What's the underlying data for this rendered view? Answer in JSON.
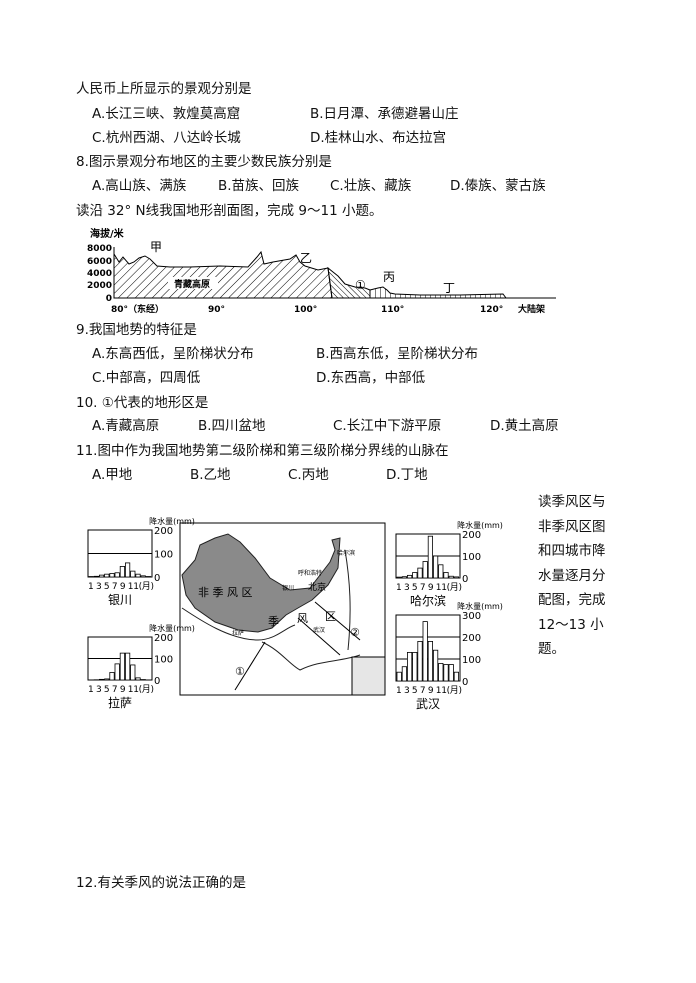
{
  "q7": {
    "stem": "人民币上所显示的景观分别是",
    "options": [
      "A.长江三峡、敦煌莫高窟",
      "B.日月潭、承德避暑山庄",
      "C.杭州西湖、八达岭长城",
      "D.桂林山水、布达拉宫"
    ]
  },
  "q8": {
    "stem": "8.图示景观分布地区的主要少数民族分别是",
    "options": [
      "A.高山族、满族",
      "B.苗族、回族",
      "C.壮族、藏族",
      "D.傣族、蒙古族"
    ]
  },
  "intro1": "读沿 32° N线我国地形剖面图，完成 9～11 小题。",
  "profile": {
    "ylabel": "海拔/米",
    "yticks": [
      "8000",
      "6000",
      "4000",
      "2000",
      "0"
    ],
    "xticks": [
      "80°（东经）",
      "90°",
      "100°",
      "110°",
      "120°"
    ],
    "shelf": "大陆架",
    "plateau": "青藏高原",
    "markers": [
      "甲",
      "乙",
      "①",
      "丙",
      "丁"
    ]
  },
  "q9": {
    "stem": "9.我国地势的特征是",
    "options": [
      "A.东高西低，呈阶梯状分布",
      "B.西高东低，呈阶梯状分布",
      "C.中部高，四周低",
      "D.东西高，中部低"
    ]
  },
  "q10": {
    "stem": "10.  ①代表的地形区是",
    "options": [
      "A.青藏高原",
      "B.四川盆地",
      "C.长江中下游平原",
      "D.黄土高原"
    ]
  },
  "q11": {
    "stem": "11.图中作为我国地势第二级阶梯和第三级阶梯分界线的山脉在",
    "options": [
      "A.甲地",
      "B.乙地",
      "C.丙地",
      "D.丁地"
    ]
  },
  "intro2": "读季风区与非季风区图和四城市降水量逐月分配图，完成12～13 小题。",
  "map": {
    "nonmonsoon": "非 季 风 区",
    "monsoon": [
      "季",
      "风",
      "区"
    ],
    "cities": [
      "哈尔滨",
      "呼和浩特",
      "银川",
      "北京",
      "武汉",
      "拉萨"
    ],
    "arrows": [
      "①",
      "②"
    ]
  },
  "precip_charts": [
    {
      "city": "银川",
      "ylabel": "降水量(mm)",
      "ymax": 200,
      "yticks": [
        "200",
        "100",
        "0"
      ],
      "xlabel": "1 3 5 7 9 11(月)",
      "values": [
        2,
        3,
        8,
        12,
        15,
        18,
        45,
        60,
        25,
        12,
        5,
        2
      ]
    },
    {
      "city": "哈尔滨",
      "ylabel": "降水量(mm)",
      "ymax": 200,
      "yticks": [
        "200",
        "100",
        "0"
      ],
      "xlabel": "1 3 5 7 9 11(月)",
      "values": [
        4,
        6,
        12,
        25,
        45,
        75,
        190,
        100,
        60,
        25,
        8,
        5
      ]
    },
    {
      "city": "拉萨",
      "ylabel": "降水量(mm)",
      "ymax": 200,
      "yticks": [
        "200",
        "100",
        "0"
      ],
      "xlabel": "1 3 5 7 9 11(月)",
      "values": [
        0,
        1,
        3,
        5,
        35,
        75,
        125,
        125,
        70,
        10,
        2,
        0
      ]
    },
    {
      "city": "武汉",
      "ylabel": "降水量(mm)",
      "ymax": 300,
      "yticks": [
        "300",
        "200",
        "100",
        "0"
      ],
      "xlabel": "1 3 5 7 9 11(月)",
      "values": [
        40,
        65,
        130,
        130,
        180,
        270,
        180,
        140,
        80,
        75,
        75,
        40
      ]
    }
  ],
  "q12": {
    "stem": "12.有关季风的说法正确的是"
  }
}
